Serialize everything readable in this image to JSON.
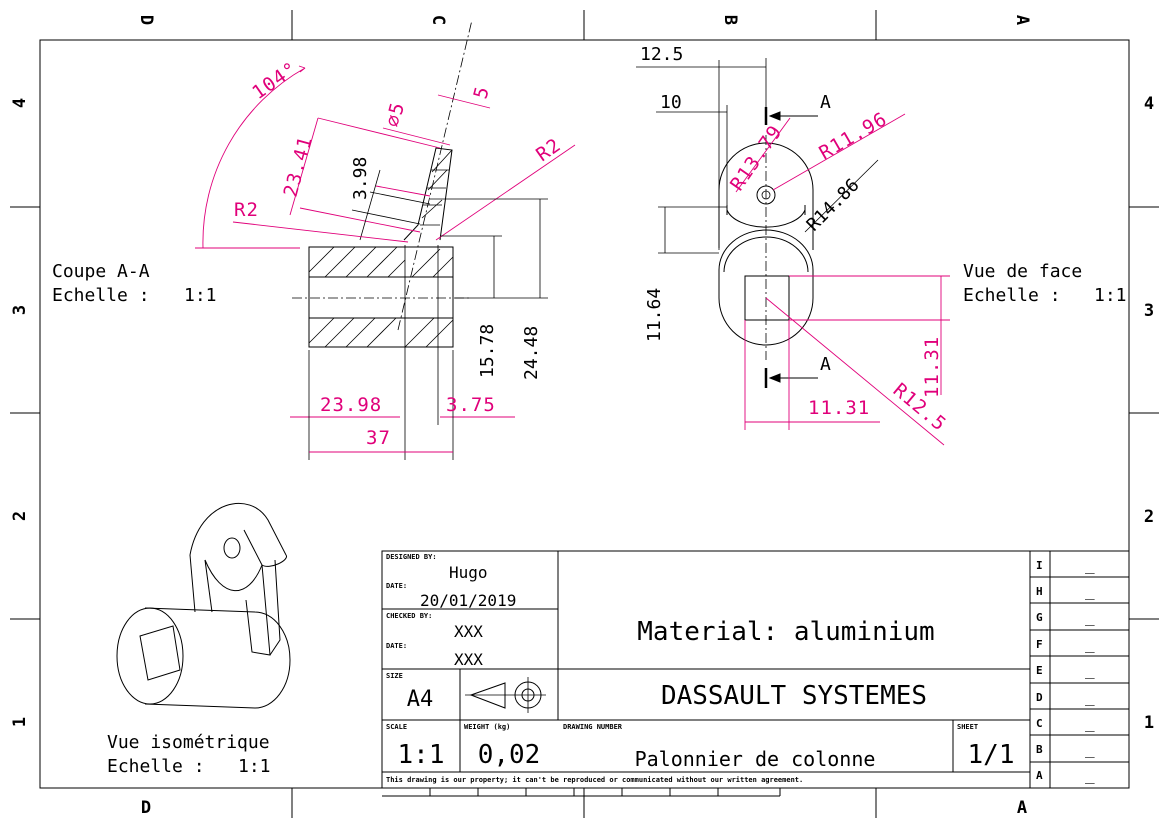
{
  "zones": {
    "columns": [
      "D",
      "C",
      "B",
      "A"
    ],
    "rows": [
      "4",
      "3",
      "2",
      "1"
    ]
  },
  "views": {
    "section": {
      "title": "Coupe A-A",
      "scale_label": "Echelle :",
      "scale": "1:1"
    },
    "front": {
      "title": "Vue de face",
      "scale_label": "Echelle :",
      "scale": "1:1"
    },
    "isometric": {
      "title": "Vue isométrique",
      "scale_label": "Echelle :",
      "scale": "1:1"
    }
  },
  "dimensions": {
    "section": {
      "angle": "104°",
      "length_23_41": "23.41",
      "dia_5": "⌀5",
      "width_5": "5",
      "height_3_98": "3.98",
      "radius_left": "R2",
      "radius_right": "R2",
      "height_15_78": "15.78",
      "height_24_48": "24.48",
      "width_23_98": "23.98",
      "width_3_75": "3.75",
      "width_37": "37"
    },
    "front": {
      "width_12_5": "12.5",
      "width_10": "10",
      "section_mark_top": "A",
      "section_mark_bottom": "A",
      "radius_13_79": "R13.79",
      "radius_11_96": "R11.96",
      "radius_14_86": "R14.86",
      "height_11_64": "11.64",
      "height_11_31": "11.31",
      "width_11_31": "11.31",
      "radius_12_5": "R12.5"
    }
  },
  "title_block": {
    "designed_by_label": "DESIGNED BY:",
    "designed_by": "Hugo",
    "date_label": "DATE:",
    "date": "20/01/2019",
    "checked_by_label": "CHECKED BY:",
    "checked_by": "XXX",
    "checked_date_label": "DATE:",
    "checked_date": "XXX",
    "size_label": "SIZE",
    "size": "A4",
    "material": "Material: aluminium",
    "company": "DASSAULT SYSTEMES",
    "scale_label": "SCALE",
    "scale": "1:1",
    "weight_label": "WEIGHT (kg)",
    "weight": "0,02",
    "drawing_number_label": "DRAWING NUMBER",
    "drawing_number": "Palonnier de colonne",
    "sheet_label": "SHEET",
    "sheet": "1/1",
    "copyright": "This drawing is our property; it can't be reproduced or communicated without our written agreement.",
    "revisions": [
      {
        "letter": "I",
        "value": "_"
      },
      {
        "letter": "H",
        "value": "_"
      },
      {
        "letter": "G",
        "value": "_"
      },
      {
        "letter": "F",
        "value": "_"
      },
      {
        "letter": "E",
        "value": "_"
      },
      {
        "letter": "D",
        "value": "_"
      },
      {
        "letter": "C",
        "value": "_"
      },
      {
        "letter": "B",
        "value": "_"
      },
      {
        "letter": "A",
        "value": "_"
      }
    ]
  },
  "colors": {
    "dimension": "#e0007a",
    "geometry": "#000000"
  }
}
